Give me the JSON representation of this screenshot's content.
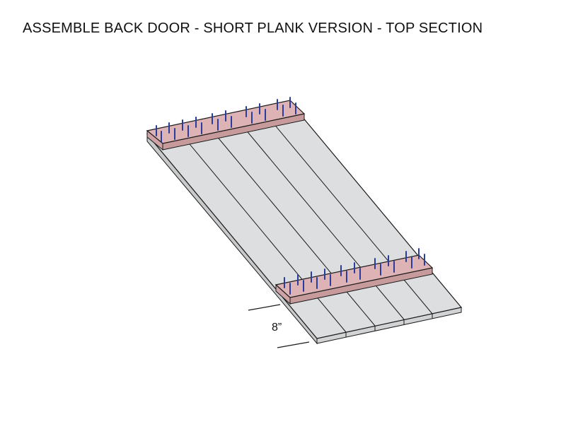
{
  "title": "ASSEMBLE BACK DOOR - SHORT PLANK VERSION - TOP SECTION",
  "dimension": {
    "label": "8”"
  },
  "colors": {
    "plank_fill": "#dddedf",
    "plank_edge": "#c8c9ca",
    "outline": "#1a1a1a",
    "batten_fill": "#ddb3b5",
    "batten_edge": "#c79a9c",
    "nail": "#2a3c9c"
  },
  "parts": {
    "planks": 5,
    "battens": 2,
    "nails_per_batten": 20
  }
}
